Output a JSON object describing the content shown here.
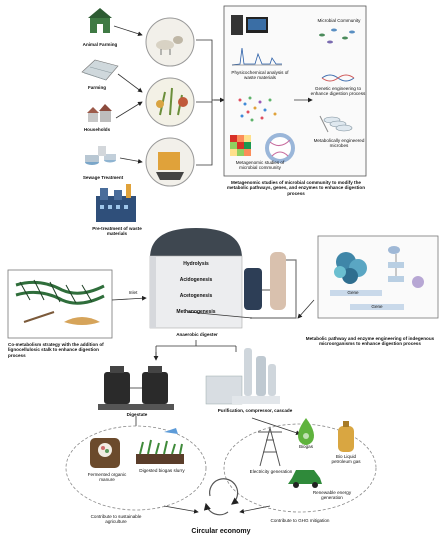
{
  "sources": {
    "animal_farming": "Animal Farming",
    "farming": "Farming",
    "households": "Households",
    "sewage": "Sewage Treatment"
  },
  "pretreatment": "Pre-treatment of waste materials",
  "omics": {
    "physico": "Physicochemical analysis of waste materials",
    "metagenomic_studies": "Metagenomic studies of microbial community",
    "microbial_community": "Microbial Community",
    "genetic_eng": "Genetic engineering to enhance digestion process",
    "metabolic_microbes": "Metabolically engineered microbes",
    "caption": "Metagenomic studies of microbial community to modify the metabolic pathways, genes, and enzymes to enhance digestion process"
  },
  "digester": {
    "stages": [
      "Hydrolysis",
      "Acidogenesis",
      "Acetogenesis",
      "Methanogenesis"
    ],
    "label": "Anaerobic digester",
    "inlet": "Inlet"
  },
  "cometabolism": "Co-metabolism strategy with the addition of lignocellulosic stalk to enhance digestion process",
  "enzyme": {
    "caption": "Metabolic pathway and enzyme engineering of indegenous microorganisms to enhance digestion process",
    "gene1": "Gene",
    "gene2": "Gene"
  },
  "digestate": "Digestate",
  "purification": "Purification, compressor, cascade",
  "products": {
    "fermented": "Fermented organic manure",
    "slurry": "Digested biogas slurry",
    "biogas": "Biogas",
    "bioliquid": "Bio Liquid petroleum gas",
    "electricity": "Electricity generation",
    "renewable": "Renewable energy generation"
  },
  "outcomes": {
    "agriculture": "Contribute to sustainable agriculture",
    "circular": "Circular economy",
    "ghg": "Contribute to GHG mitigation"
  }
}
